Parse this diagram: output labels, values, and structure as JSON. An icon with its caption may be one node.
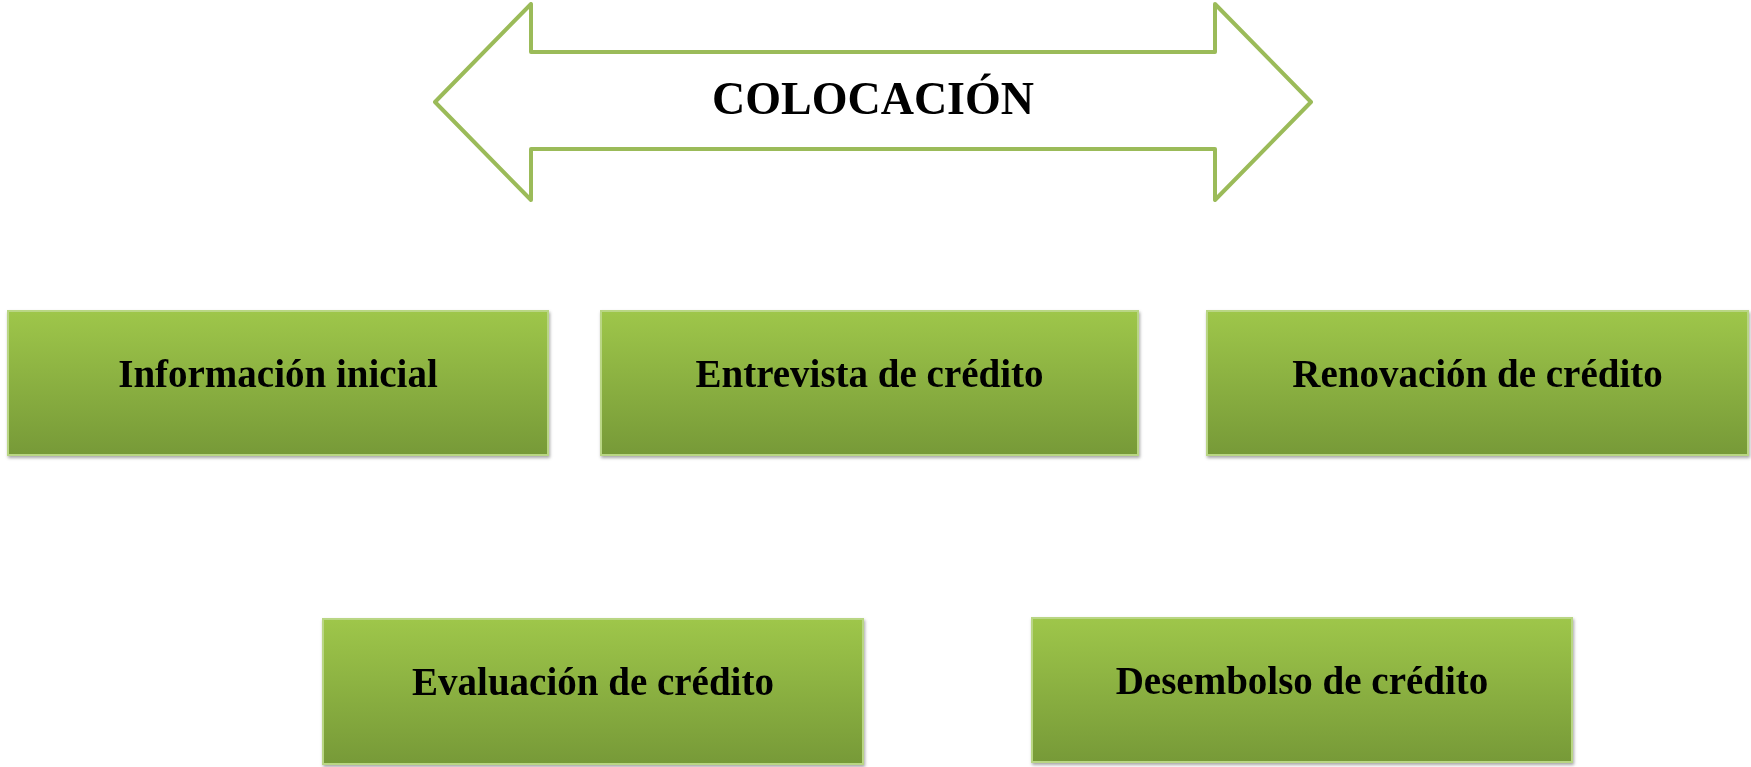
{
  "diagram": {
    "nodes": [
      {
        "text": [
          "COLOCACIÓN"
        ]
      },
      {
        "text": [
          "Información inicial"
        ]
      },
      {
        "text": [
          "Entrevista de crédito"
        ]
      },
      {
        "text": [
          "Renovación de crédito"
        ]
      },
      {
        "text": [
          "Evaluación de crédito"
        ]
      },
      {
        "text": [
          "Desembolso de crédito"
        ]
      }
    ]
  }
}
